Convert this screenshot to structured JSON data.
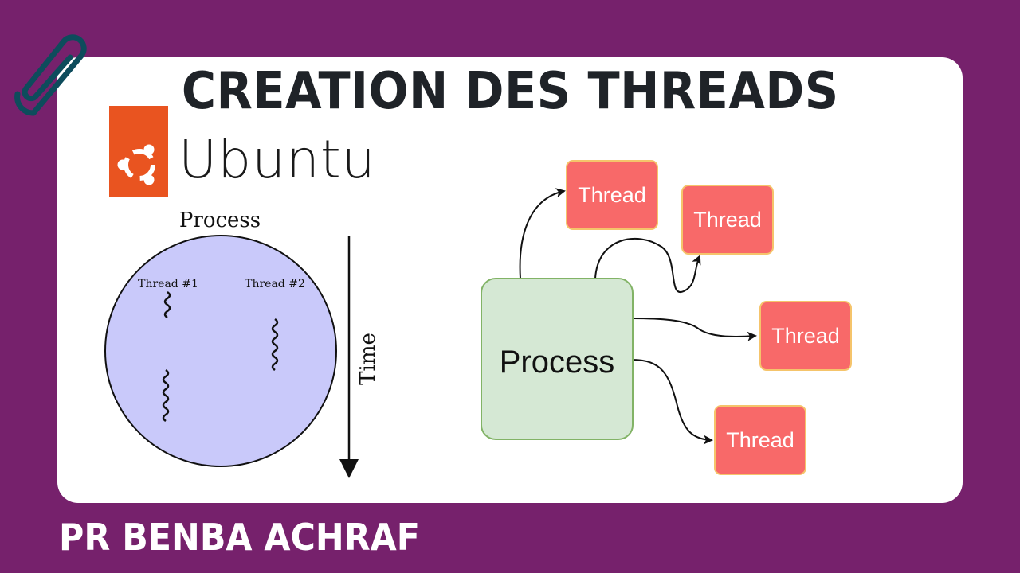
{
  "title": "CREATION DES THREADS",
  "brand": {
    "name": "Ubuntu",
    "logo_color": "#e95420"
  },
  "left_diagram": {
    "process_label": "Process",
    "thread1_label": "Thread #1",
    "thread2_label": "Thread #2",
    "time_label": "Time",
    "circle_color": "#c9c9fa"
  },
  "right_diagram": {
    "process_label": "Process",
    "thread_labels": [
      "Thread",
      "Thread",
      "Thread",
      "Thread"
    ],
    "process_color": "#d5e8d4",
    "thread_color": "#f86969"
  },
  "author": "PR BENBA ACHRAF",
  "colors": {
    "background": "#76216c",
    "card": "#ffffff",
    "title": "#1f2328"
  }
}
